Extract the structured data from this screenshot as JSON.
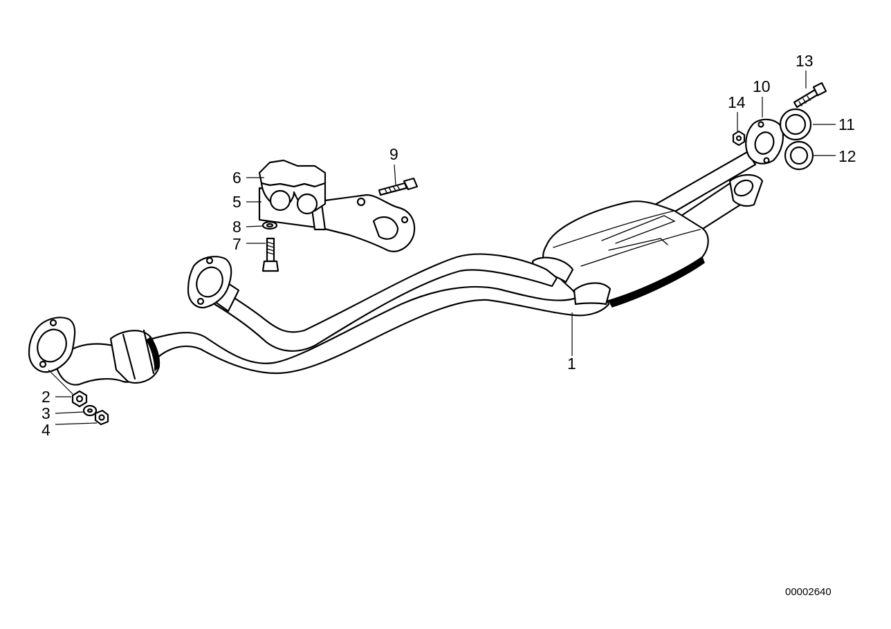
{
  "diagram": {
    "callouts": [
      {
        "label": "1"
      },
      {
        "label": "2"
      },
      {
        "label": "3"
      },
      {
        "label": "4"
      },
      {
        "label": "5"
      },
      {
        "label": "6"
      },
      {
        "label": "7"
      },
      {
        "label": "8"
      },
      {
        "label": "9"
      },
      {
        "label": "10"
      },
      {
        "label": "11"
      },
      {
        "label": "12"
      },
      {
        "label": "13"
      },
      {
        "label": "14"
      }
    ],
    "doc_number": "00002640"
  }
}
